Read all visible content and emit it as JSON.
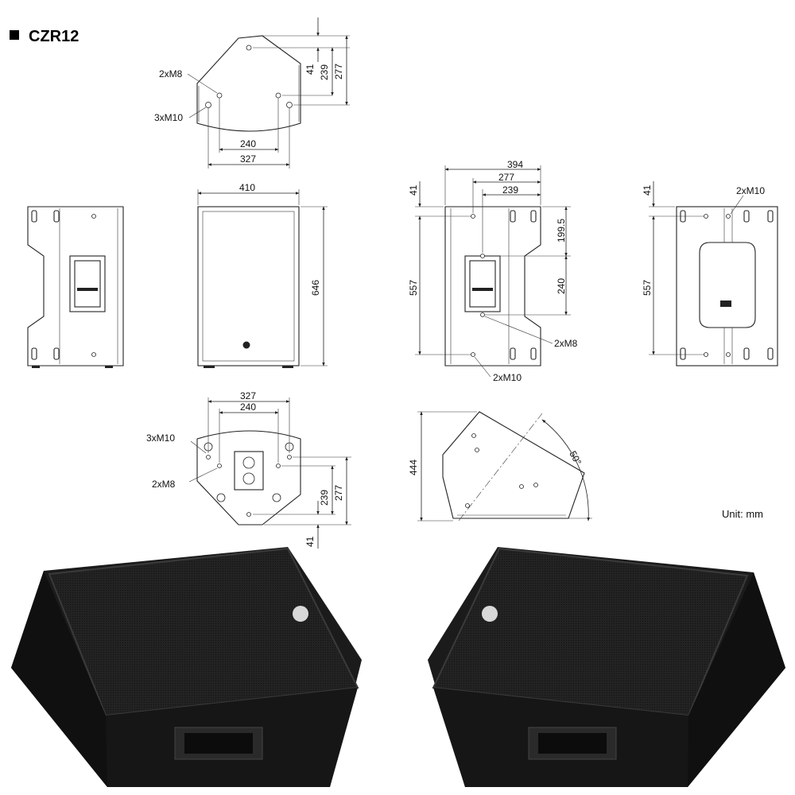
{
  "title": "CZR12",
  "unit": "Unit: mm",
  "labels": {
    "m8": "2xM8",
    "m10": "2xM10",
    "m10x3": "3xM10"
  },
  "dims": {
    "top_41": "41",
    "top_239": "239",
    "top_277": "277",
    "top_240": "240",
    "top_327": "327",
    "width_410": "410",
    "height_646": "646",
    "side_394": "394",
    "side_277": "277",
    "side_239": "239",
    "side_41": "41",
    "side_199_5": "199.5",
    "side_240": "240",
    "side_557": "557",
    "back_41": "41",
    "back_557": "557",
    "bottom_327": "327",
    "bottom_240": "240",
    "bottom_239": "239",
    "bottom_277": "277",
    "bottom_41": "41",
    "wedge_444": "444",
    "wedge_angle": "50°"
  },
  "colors": {
    "cabinet": "#1b1b1b",
    "grille": "#262626",
    "line": "#222222"
  }
}
